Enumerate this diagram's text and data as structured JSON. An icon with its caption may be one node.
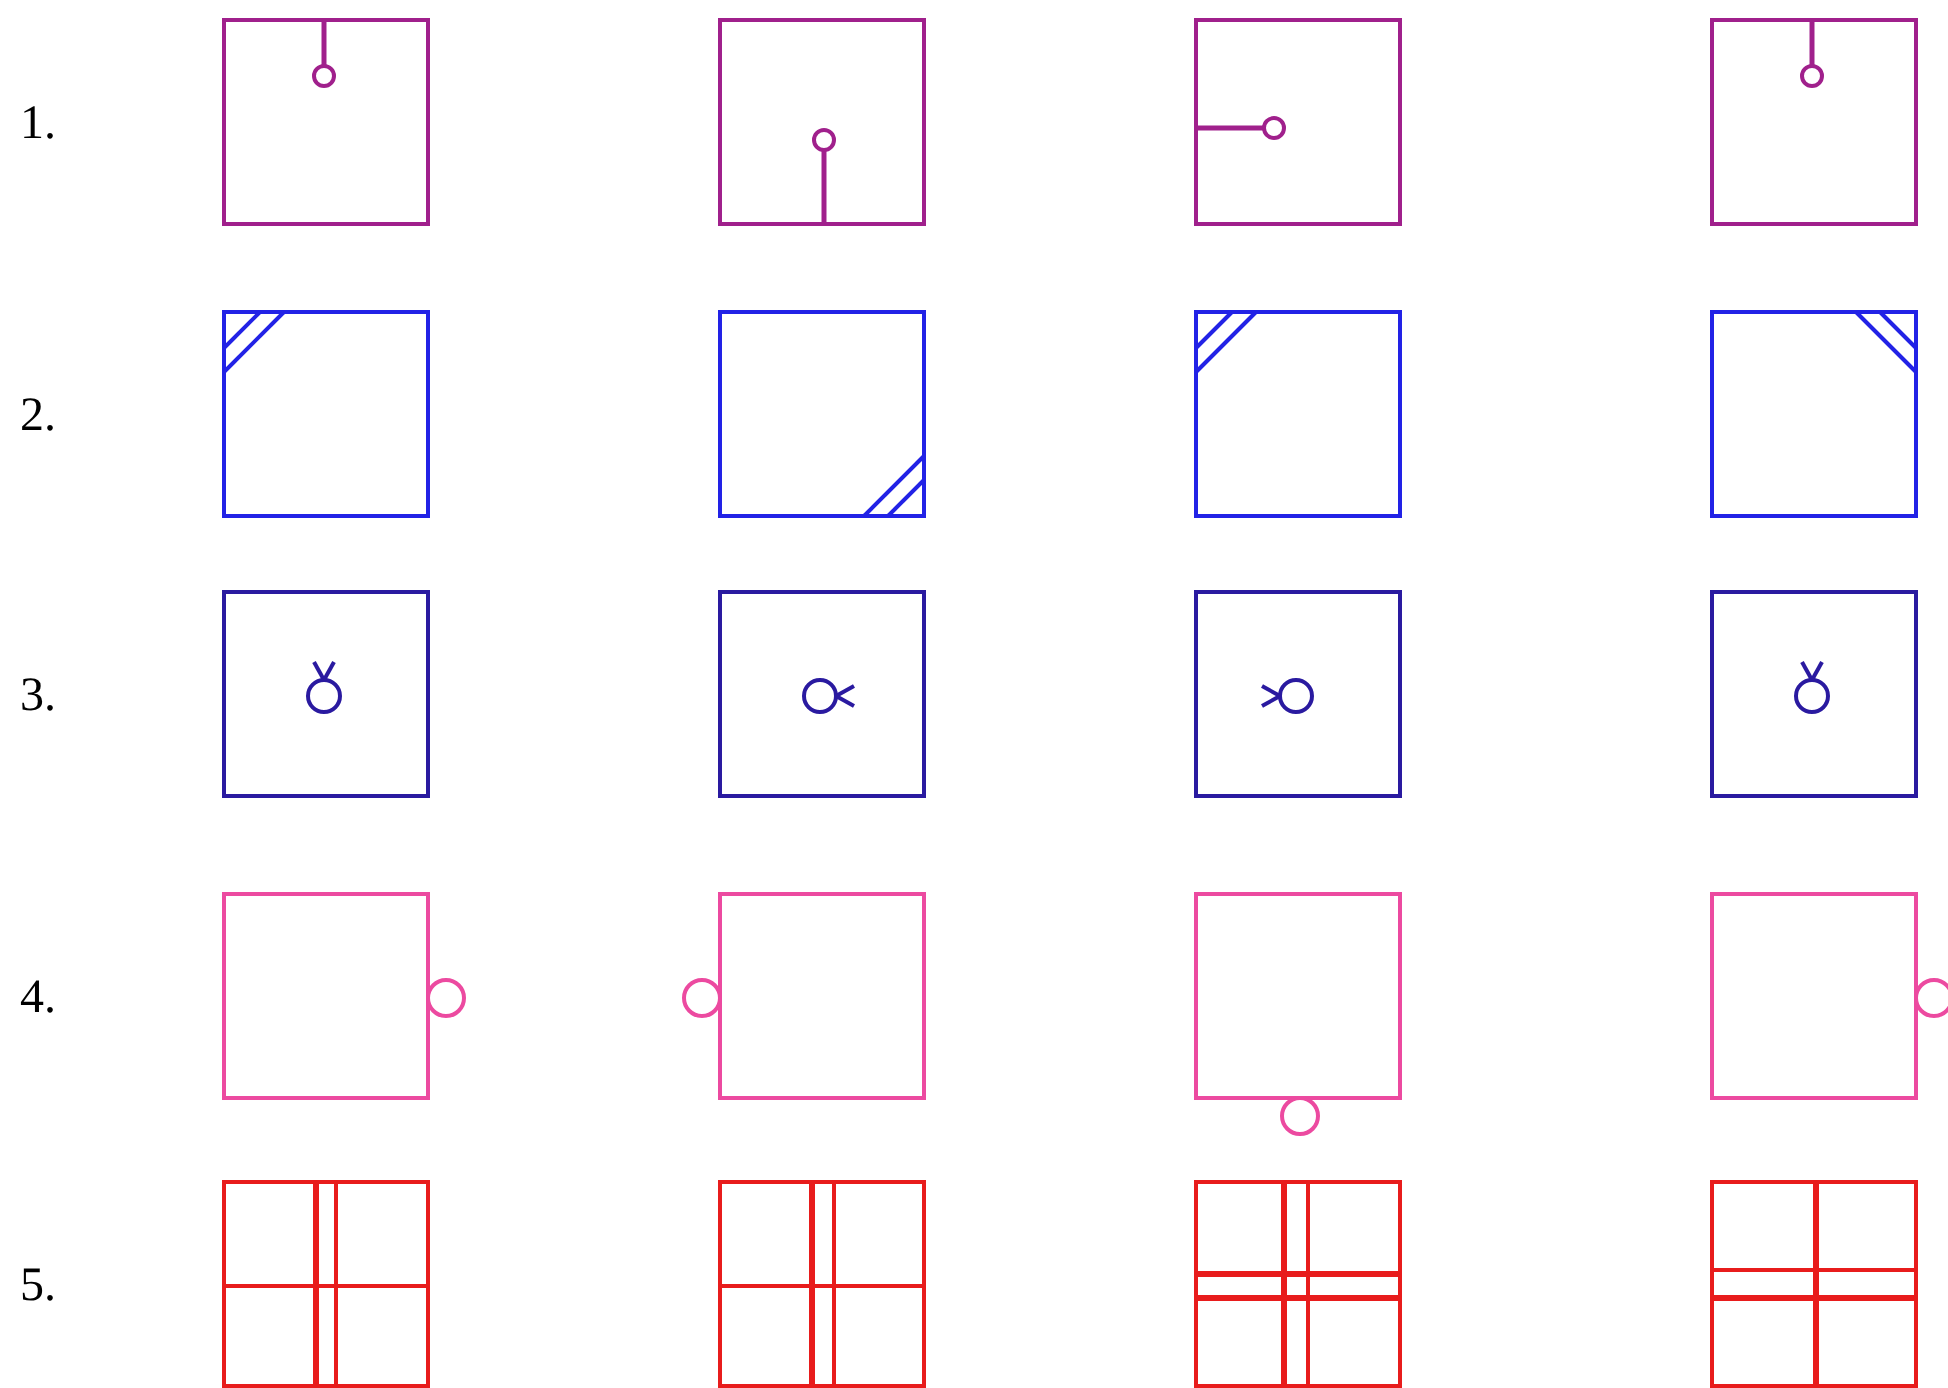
{
  "diagram": {
    "labels": [
      "1.",
      "2.",
      "3.",
      "4.",
      "5."
    ]
  }
}
